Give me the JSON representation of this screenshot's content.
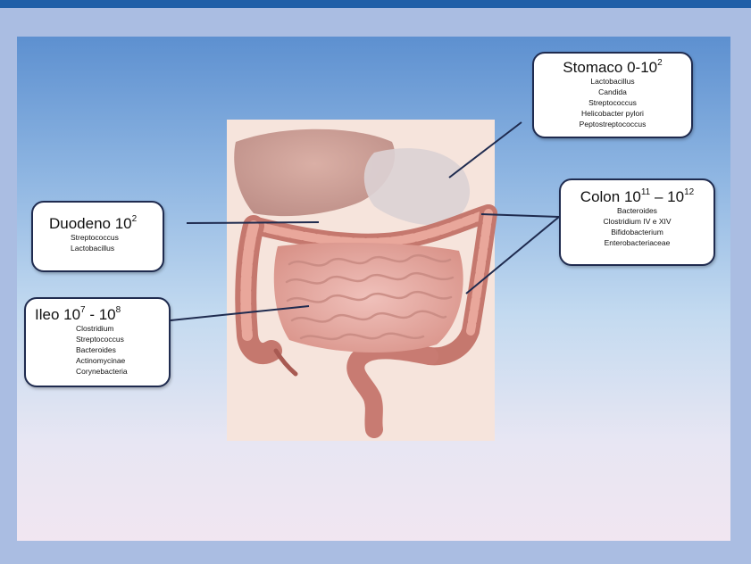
{
  "colors": {
    "accent_bar": "#1f5fa8",
    "frame": "#aabde2",
    "callout_border": "#1f2b4f",
    "leader_line": "#1f2b4f"
  },
  "callouts": {
    "stomaco": {
      "name": "Stomaco 0-10",
      "exponent": "2",
      "species": [
        "Lactobacillus",
        "Candida",
        "Streptococcus",
        "Helicobacter pylori",
        "Peptostreptococcus"
      ]
    },
    "colon": {
      "name": "Colon 10",
      "exponent_low": "11",
      "dash": " – 10",
      "exponent_high": "12",
      "species": [
        "Bacteroides",
        "Clostridium IV e XIV",
        "Bifidobacterium",
        "Enterobacteriaceae"
      ]
    },
    "duodeno": {
      "name": "Duodeno 10",
      "exponent": "2",
      "species": [
        "Streptococcus",
        "Lactobacillus"
      ]
    },
    "ileo": {
      "name": "Ileo 10",
      "exponent_low": "7",
      "dash": " - 10",
      "exponent_high": "8",
      "species": [
        "Clostridium",
        "Streptococcus",
        "Bacteroides",
        "Actinomycinae",
        "Corynebacteria"
      ]
    }
  }
}
